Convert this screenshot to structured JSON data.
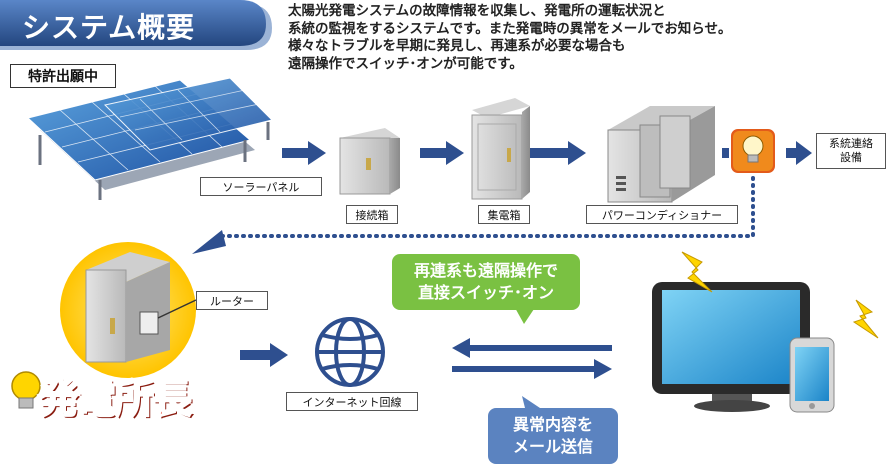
{
  "title": "システム概要",
  "description": [
    "太陽光発電システムの故障情報を収集し、発電所の運転状況と",
    "系統の監視をするシステムです。また発電時の異常をメールでお知らせ。",
    "様々なトラブルを早期に発見し、再連系が必要な場合も",
    "遠隔操作でスイッチ･オンが可能です。"
  ],
  "patent_badge": "特許出願中",
  "labels": {
    "solar_panel": "ソーラーパネル",
    "junction_box": "接続箱",
    "collector_box": "集電箱",
    "power_conditioner": "パワーコンディショナー",
    "grid_line1": "系統連絡",
    "grid_line2": "設備",
    "router": "ルーター",
    "internet": "インターネット回線"
  },
  "bubbles": {
    "remote_line1": "再連系も遠隔操作で",
    "remote_line2": "直接スイッチ･オン",
    "mail_line1": "異常内容を",
    "mail_line2": "メール送信"
  },
  "brand": "発電所長",
  "colors": {
    "title_blue": "#2f5c9e",
    "arrow_blue": "#2e4f8f",
    "bubble_green": "#7ac142",
    "bubble_blue": "#5b83c0",
    "brand_red": "#e5331c",
    "alert_orange": "#f08a1c",
    "lightning_yellow": "#ffd500"
  },
  "icons": [
    "solar-panel-icon",
    "junction-box-icon",
    "collector-box-icon",
    "power-conditioner-icon",
    "bulb-alert-icon",
    "router-box-icon",
    "globe-icon",
    "monitor-icon",
    "smartphone-icon",
    "lightning-icon"
  ]
}
